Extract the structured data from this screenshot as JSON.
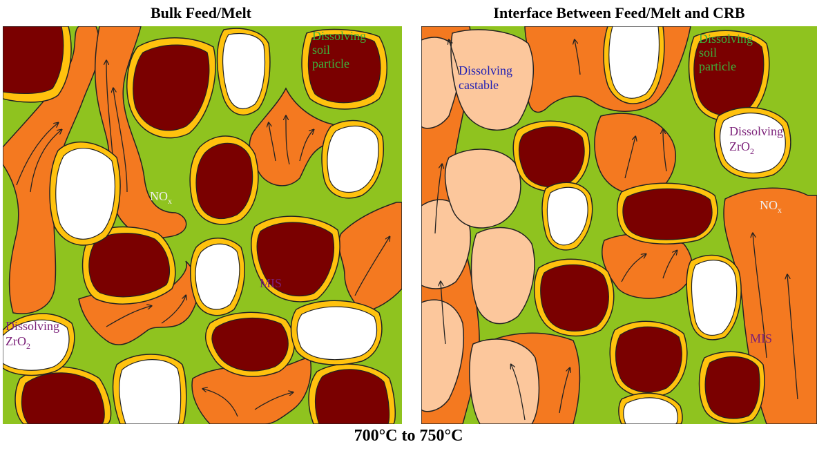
{
  "titles": {
    "left": "Bulk Feed/Melt",
    "right": "Interface Between Feed/Melt and CRB",
    "bottom": "700°C to 750°C"
  },
  "left_labels": {
    "soil_1": "Dissolving",
    "soil_2": "soil",
    "soil_3": "particle",
    "nox": "NO",
    "nox_sub": "x",
    "mis": "MIS",
    "zr_1": "Dissolving",
    "zr_2": "ZrO",
    "zr_sub": "2"
  },
  "right_labels": {
    "soil_1": "Dissolving",
    "soil_2": "soil",
    "soil_3": "particle",
    "castable_1": "Dissolving",
    "castable_2": "castable",
    "zr_1": "Dissolving",
    "zr_2": "ZrO",
    "zr_sub": "2",
    "nox": "NO",
    "nox_sub": "x",
    "mis": "MIS"
  },
  "colors": {
    "melt_green": "#8fc31f",
    "dark_particle": "#7a0000",
    "shell_yellow": "#ffc20e",
    "gas_orange": "#f47920",
    "castable_peach": "#fcc79c",
    "zirconia_white": "#ffffff",
    "label_green": "#3cb43c",
    "label_blue": "#1f1fb4",
    "label_purple": "#7a1f78"
  }
}
